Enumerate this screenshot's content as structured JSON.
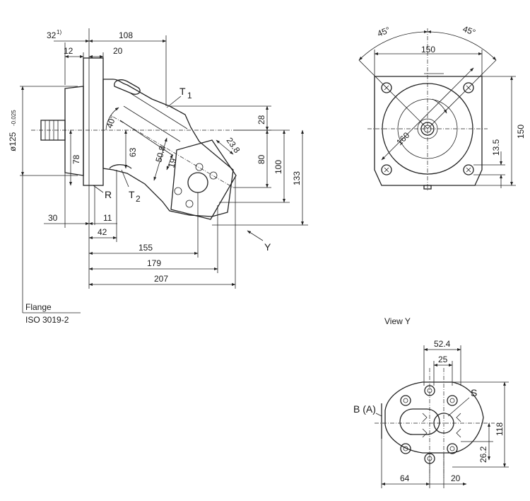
{
  "side_view": {
    "dims": {
      "d32": "32",
      "d32_note": "1)",
      "d108": "108",
      "d12": "12",
      "d20": "20",
      "d125": "ø125",
      "d125_tol": "-0.025",
      "d78": "78",
      "d63": "63",
      "d40": "40°",
      "d50_8": "50.8",
      "d19": "19",
      "d23_8": "23.8",
      "d28": "28",
      "d80": "80",
      "d100": "100",
      "d133": "133",
      "d30": "30",
      "d11": "11",
      "d42": "42",
      "d155": "155",
      "d179": "179",
      "d207": "207"
    },
    "labels": {
      "t1": "T",
      "t1_sub": "1",
      "t2": "T",
      "t2_sub": "2",
      "r": "R",
      "y": "Y",
      "flange_line1": "Flange",
      "flange_line2": "ISO 3019-2"
    }
  },
  "front_view": {
    "dims": {
      "a45_left": "45°",
      "a45_right": "45°",
      "d150_top": "150",
      "d150_right": "150",
      "d160": "160",
      "d13_5": "13.5"
    }
  },
  "view_y": {
    "title": "View Y",
    "dims": {
      "d52_4": "52.4",
      "d25": "25",
      "d118": "118",
      "d26_2": "26.2",
      "d64": "64",
      "d20": "20"
    },
    "labels": {
      "b_a": "B (A)",
      "s": "S"
    }
  }
}
